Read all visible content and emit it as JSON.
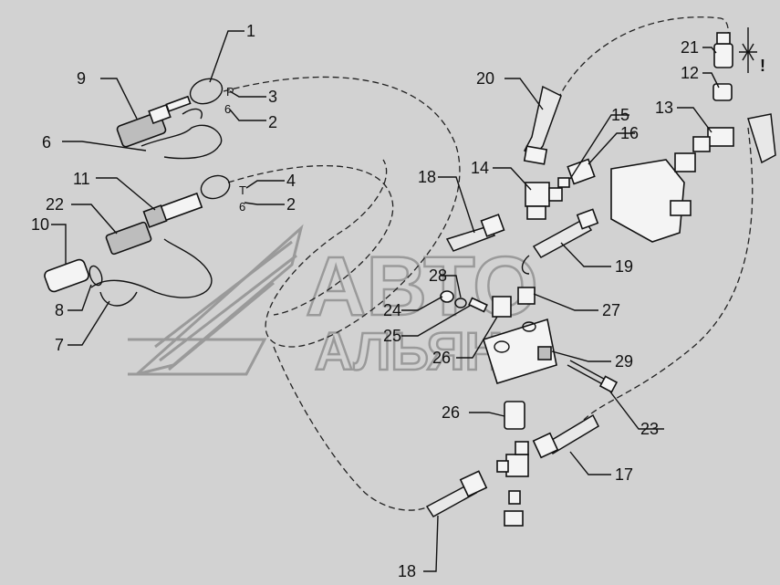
{
  "watermark": {
    "line1": "АВТО",
    "line2": "АЛЬЯНС"
  },
  "callouts": [
    {
      "id": "c1",
      "text": "1"
    },
    {
      "id": "c9",
      "text": "9"
    },
    {
      "id": "c3",
      "text": "3"
    },
    {
      "id": "c2a",
      "text": "2"
    },
    {
      "id": "c6",
      "text": "6"
    },
    {
      "id": "c11",
      "text": "11"
    },
    {
      "id": "c4",
      "text": "4"
    },
    {
      "id": "c2b",
      "text": "2"
    },
    {
      "id": "c22",
      "text": "22"
    },
    {
      "id": "c10",
      "text": "10"
    },
    {
      "id": "c8",
      "text": "8"
    },
    {
      "id": "c7",
      "text": "7"
    },
    {
      "id": "c20",
      "text": "20"
    },
    {
      "id": "c21",
      "text": "21"
    },
    {
      "id": "c12",
      "text": "12"
    },
    {
      "id": "c13",
      "text": "13"
    },
    {
      "id": "c15",
      "text": "15"
    },
    {
      "id": "c16",
      "text": "16"
    },
    {
      "id": "c14",
      "text": "14"
    },
    {
      "id": "c18a",
      "text": "18"
    },
    {
      "id": "c19",
      "text": "19"
    },
    {
      "id": "c28",
      "text": "28"
    },
    {
      "id": "c24",
      "text": "24"
    },
    {
      "id": "c25",
      "text": "25"
    },
    {
      "id": "c27",
      "text": "27"
    },
    {
      "id": "c26a",
      "text": "26"
    },
    {
      "id": "c29",
      "text": "29"
    },
    {
      "id": "c26b",
      "text": "26"
    },
    {
      "id": "c23",
      "text": "23"
    },
    {
      "id": "c17",
      "text": "17"
    },
    {
      "id": "c18b",
      "text": "18"
    }
  ],
  "small_labels": {
    "p": "P",
    "t": "T",
    "six_a": "6",
    "six_b": "6"
  },
  "warning_symbol": "!"
}
